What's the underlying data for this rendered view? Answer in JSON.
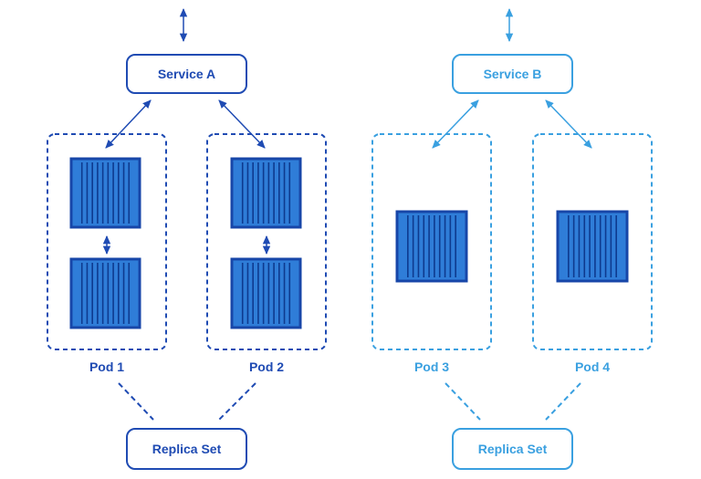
{
  "colors": {
    "dark": "#1f4bb3",
    "light": "#3aa0e0",
    "container_fill": "#2f7dd8",
    "container_stroke": "#1746a8",
    "container_stripe": "#0e3a8f"
  },
  "services": [
    {
      "label": "Service A",
      "theme": "dark"
    },
    {
      "label": "Service B",
      "theme": "light"
    }
  ],
  "pods": [
    {
      "label": "Pod 1",
      "containers": 2,
      "theme": "dark"
    },
    {
      "label": "Pod 2",
      "containers": 2,
      "theme": "dark"
    },
    {
      "label": "Pod 3",
      "containers": 1,
      "theme": "light"
    },
    {
      "label": "Pod 4",
      "containers": 1,
      "theme": "light"
    }
  ],
  "replica_sets": [
    {
      "label": "Replica Set",
      "theme": "dark"
    },
    {
      "label": "Replica Set",
      "theme": "light"
    }
  ]
}
